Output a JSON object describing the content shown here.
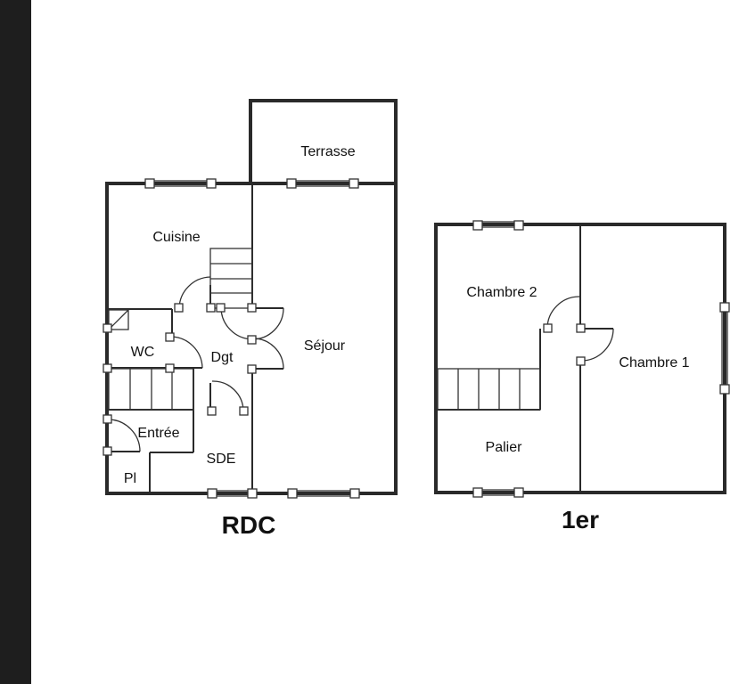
{
  "rdc": {
    "title": "RDC",
    "rooms": {
      "terrasse": "Terrasse",
      "cuisine": "Cuisine",
      "wc": "WC",
      "dgt": "Dgt",
      "sejour": "Séjour",
      "entree": "Entrée",
      "sde": "SDE",
      "pl": "Pl"
    }
  },
  "etage": {
    "title": "1er",
    "rooms": {
      "chambre2": "Chambre 2",
      "chambre1": "Chambre 1",
      "palier": "Palier"
    }
  },
  "colors": {
    "wall": "#2a2a2a",
    "left_bar": "#1e1e1e",
    "background": "#ffffff"
  }
}
